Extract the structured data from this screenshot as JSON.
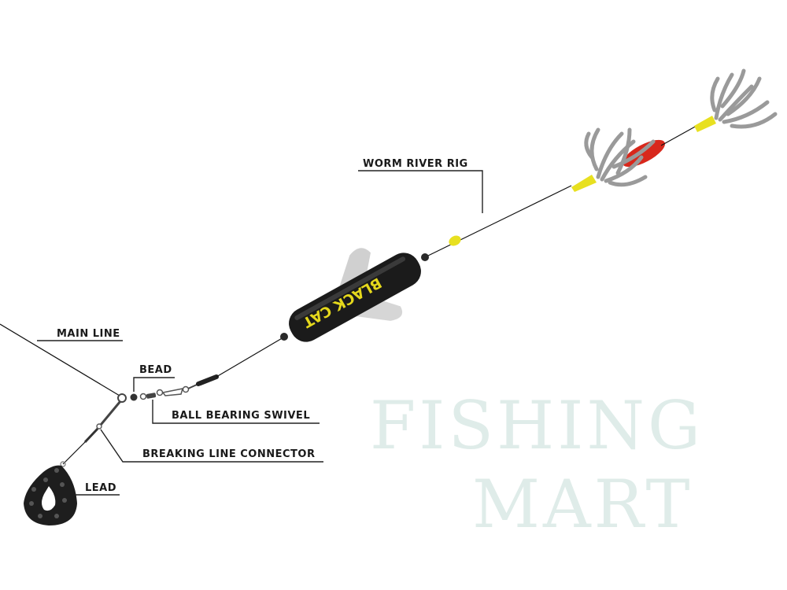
{
  "watermark": {
    "line1": "FISHING",
    "line2": "MART"
  },
  "float_logo": "BLACK CAT",
  "labels": {
    "main_line": "MAIN LINE",
    "bead": "BEAD",
    "ball_bearing_swivel": "BALL BEARING SWIVEL",
    "breaking_line_connector": "BREAKING LINE CONNECTOR",
    "lead": "LEAD",
    "worm_river_rig": "WORM RIVER RIG"
  },
  "colors": {
    "float": "#1b1b1b",
    "bead_yellow": "#e8e020",
    "red_float": "#d8281c",
    "worm": "#9a9a9a",
    "logo": "#e5d81c"
  }
}
